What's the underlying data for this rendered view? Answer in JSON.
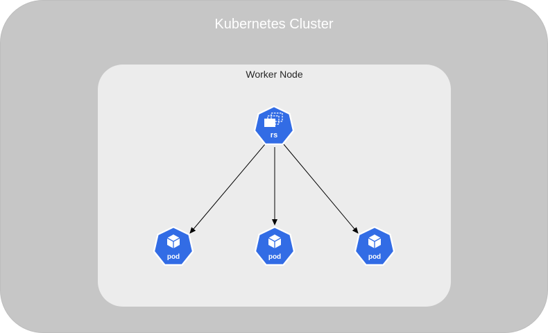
{
  "cluster": {
    "title": "Kubernetes Cluster",
    "color": "#c6c6c6"
  },
  "worker_node": {
    "title": "Worker Node",
    "color": "#ececec"
  },
  "replicaset": {
    "label": "rs",
    "icon": "replicaset-icon",
    "color": "#326ce5"
  },
  "pods": [
    {
      "label": "pod",
      "icon": "cube-icon"
    },
    {
      "label": "pod",
      "icon": "cube-icon"
    },
    {
      "label": "pod",
      "icon": "cube-icon"
    }
  ]
}
